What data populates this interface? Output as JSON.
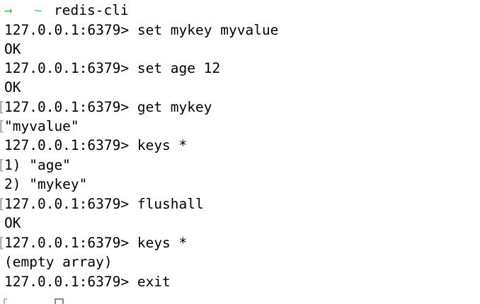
{
  "terminal": {
    "background_color": "#ffffff",
    "foreground_color": "#000000",
    "accent_green": "#3fbf4f",
    "accent_cyan": "#4ec9c9",
    "cursor_color": "#8c8c8c",
    "prompt_line": {
      "arrow": "→",
      "path": "~",
      "command": "redis-cli"
    },
    "lines": [
      {
        "text": "127.0.0.1:6379> set mykey myvalue",
        "artifact": ""
      },
      {
        "text": "OK",
        "artifact": ""
      },
      {
        "text": "127.0.0.1:6379> set age 12",
        "artifact": ""
      },
      {
        "text": "OK",
        "artifact": ""
      },
      {
        "text": "127.0.0.1:6379> get mykey",
        "artifact": "["
      },
      {
        "text": "\"myvalue\"",
        "artifact": "["
      },
      {
        "text": "127.0.0.1:6379> keys *",
        "artifact": ""
      },
      {
        "text": "1) \"age\"",
        "artifact": "["
      },
      {
        "text": "2) \"mykey\"",
        "artifact": ""
      },
      {
        "text": "127.0.0.1:6379> flushall",
        "artifact": "["
      },
      {
        "text": "OK",
        "artifact": ""
      },
      {
        "text": "127.0.0.1:6379> keys *",
        "artifact": "["
      },
      {
        "text": "(empty array)",
        "artifact": ""
      },
      {
        "text": "127.0.0.1:6379> exit",
        "artifact": ""
      }
    ]
  }
}
